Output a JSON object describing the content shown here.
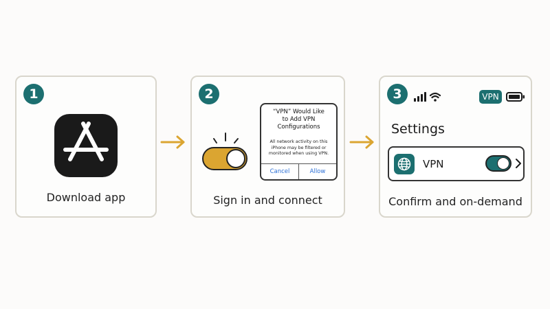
{
  "steps": [
    {
      "number": "1",
      "label": "Download app"
    },
    {
      "number": "2",
      "label": "Sign in and connect"
    },
    {
      "number": "3",
      "label": "Confirm and on-demand"
    }
  ],
  "dialog": {
    "title_line1": "“VPN” Would Like",
    "title_line2": "to Add VPN",
    "title_line3": "Configurations",
    "body_line1": "All network activity on this",
    "body_line2": "iPhone may be filtered or",
    "body_line3": "monitored when using VPN.",
    "cancel_label": "Cancel",
    "allow_label": "Allow"
  },
  "settings": {
    "status_vpn": "VPN",
    "title": "Settings",
    "row_label": "VPN"
  },
  "icons": {
    "app": "app-store-icon",
    "arrow": "arrow-right-icon",
    "signal": "cellular-signal-icon",
    "wifi": "wifi-icon",
    "battery": "battery-icon",
    "globe": "globe-icon",
    "chevron": "chevron-right-icon"
  },
  "colors": {
    "accent_teal": "#1c6f70",
    "toggle_yellow": "#dba531",
    "arrow_gold": "#dba531",
    "dialog_button_blue": "#2b6fd6"
  },
  "states": {
    "connect_toggle_on": true,
    "vpn_row_toggle_on": true
  }
}
